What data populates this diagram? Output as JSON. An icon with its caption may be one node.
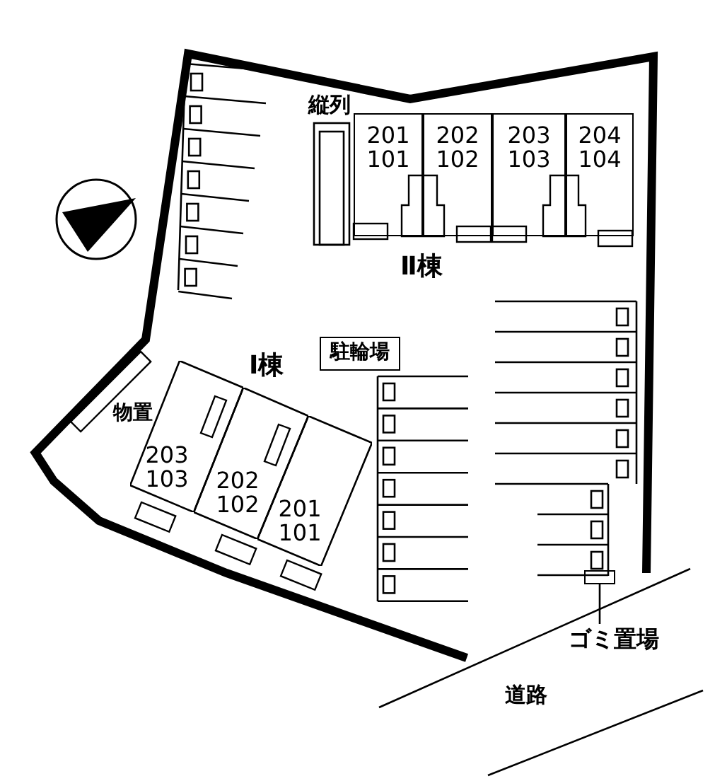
{
  "diagram": {
    "nodes": [
      {
        "text": [
          "201 101"
        ]
      },
      {
        "text": [
          "202 102"
        ]
      },
      {
        "text": [
          "203 103"
        ]
      },
      {
        "text": [
          "204 104"
        ]
      },
      {
        "text": [
          "203 103"
        ]
      },
      {
        "text": [
          "202 102"
        ]
      },
      {
        "text": [
          "201 101"
        ]
      },
      {
        "text": [
          "駐輪場"
        ]
      },
      {
        "text": [],
        "shape": "box"
      },
      {
        "text": [
          "ゴミ置場"
        ]
      }
    ],
    "edges": [
      {
        "from": 9,
        "to": 8,
        "arrow": "none"
      }
    ],
    "labels": [
      "縦列",
      "Ⅱ棟",
      "Ⅰ棟",
      "物置",
      "道路"
    ]
  }
}
